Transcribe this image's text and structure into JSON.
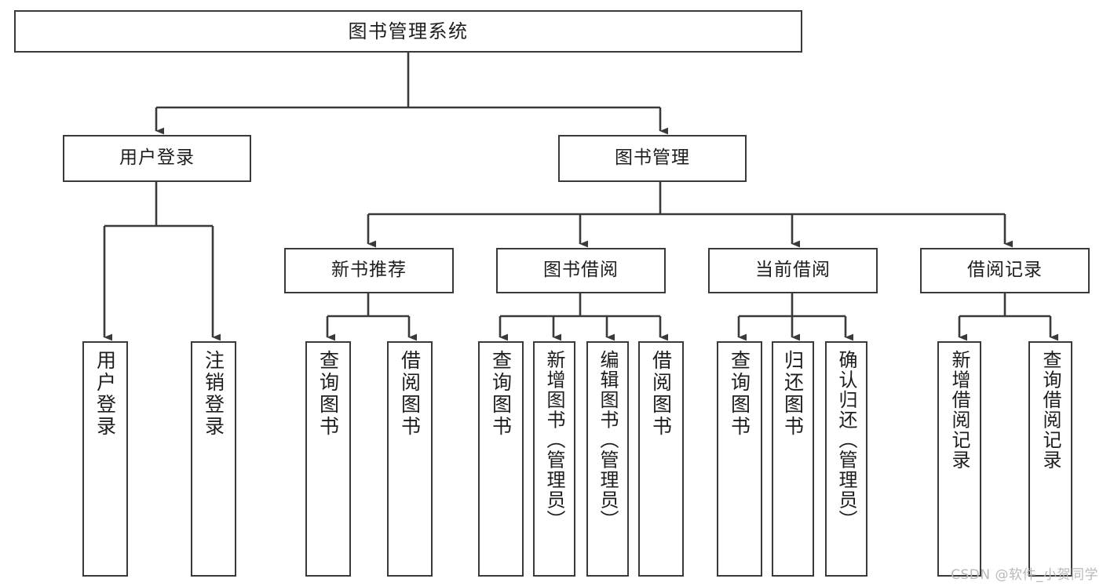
{
  "diagram": {
    "title": "图书管理系统",
    "type": "tree-hierarchy-chart",
    "watermark": "CSDN @软件_小贺同学",
    "colors": {
      "stroke": "#3a3a3a",
      "fill": "#ffffff",
      "text": "#1d1d1d",
      "watermark": "#b9b9b9",
      "background": "#ffffff"
    }
  },
  "nodes": {
    "root": {
      "label": "图书管理系统"
    },
    "level2": [
      {
        "label": "用户登录"
      },
      {
        "label": "图书管理"
      }
    ],
    "level3": [
      {
        "label": "新书推荐"
      },
      {
        "label": "图书借阅"
      },
      {
        "label": "当前借阅"
      },
      {
        "label": "借阅记录"
      }
    ],
    "leaves": {
      "user_login": [
        {
          "label": "用户登录"
        },
        {
          "label": "注销登录"
        }
      ],
      "new_book_recommend": [
        {
          "label": "查询图书"
        },
        {
          "label": "借阅图书"
        }
      ],
      "book_borrow": [
        {
          "label": "查询图书"
        },
        {
          "label": "新增图书（管理员）"
        },
        {
          "label": "编辑图书（管理员）"
        },
        {
          "label": "借阅图书"
        }
      ],
      "current_borrow": [
        {
          "label": "查询图书"
        },
        {
          "label": "归还图书"
        },
        {
          "label": "确认归还（管理员）"
        }
      ],
      "borrow_record": [
        {
          "label": "新增借阅记录"
        },
        {
          "label": "查询借阅记录"
        }
      ]
    }
  }
}
